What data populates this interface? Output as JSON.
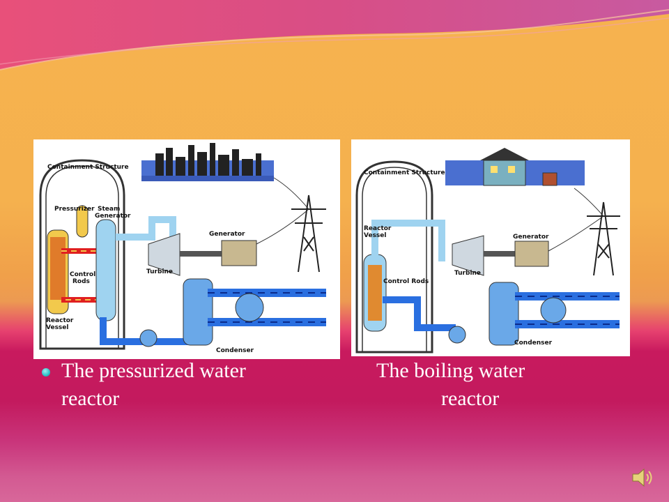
{
  "slide": {
    "caption_left_line1": "The pressurized water",
    "caption_left_line2": "reactor",
    "caption_right_line1": "The boiling water",
    "caption_right_line2": "reactor"
  },
  "pwr_diagram": {
    "containment": "Containment Structure",
    "pressurizer": "Pressurizer",
    "steam_generator_1": "Steam",
    "steam_generator_2": "Generator",
    "control_rods_1": "Control",
    "control_rods_2": "Rods",
    "reactor_vessel_1": "Reactor",
    "reactor_vessel_2": "Vessel",
    "generator": "Generator",
    "turbine": "Turbine",
    "condenser": "Condenser"
  },
  "bwr_diagram": {
    "containment": "Containment Structure",
    "reactor_vessel_1": "Reactor",
    "reactor_vessel_2": "Vessel",
    "control_rods": "Control Rods",
    "generator": "Generator",
    "turbine": "Turbine",
    "condenser": "Condenser"
  },
  "icons": {
    "bullet": "bullet-dot-icon",
    "speaker": "speaker-icon"
  }
}
